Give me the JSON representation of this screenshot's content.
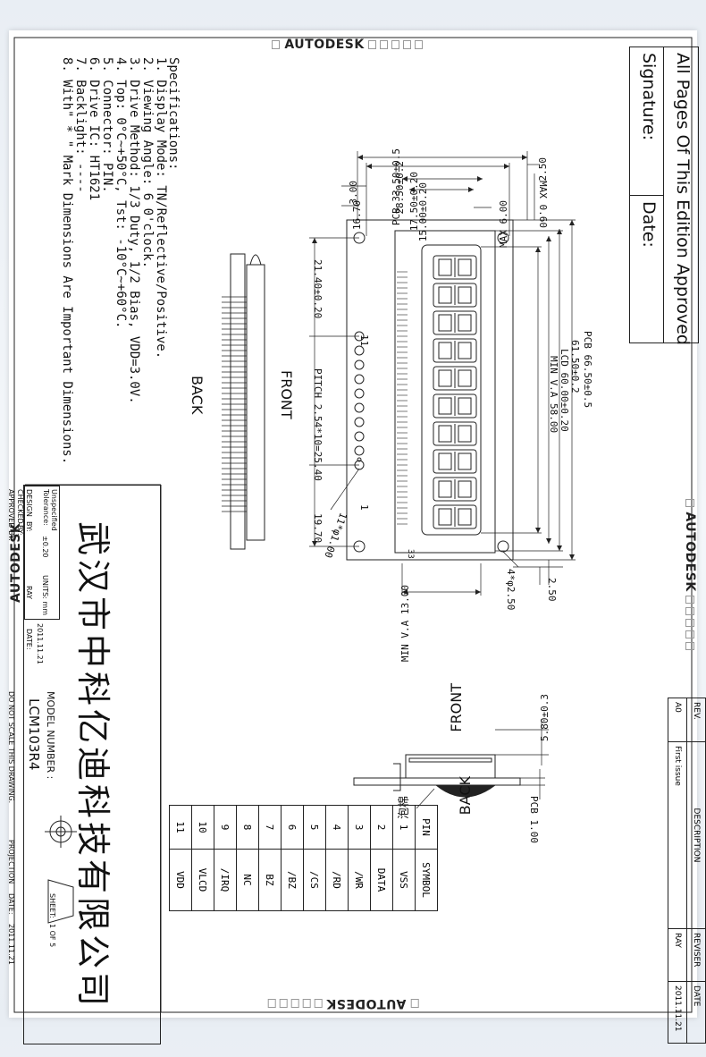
{
  "watermark": "AUTODESK",
  "approval": {
    "title": "All Pages Of This Edition Approved",
    "signature": "Signature:",
    "date": "Date:"
  },
  "specs": {
    "heading": "Specifications:",
    "items": [
      "1. Display Mode: TN/Reflective/Positive.",
      "2. Viewing Angle: 6 0'clock.",
      "3. Drive Method: 1/3 Duty, 1/2 Bias, VDD=3.0V.",
      "4. Top: 0°C~+50°C, Tst: -10°C~+60°C.",
      "5. Connector:  PIN.",
      "6. Drive IC: HT1621",
      "7. Backlight: ----",
      "8. With\" * \" Mark Dimensions Are Important Dimensions."
    ]
  },
  "views": {
    "front": "FRONT",
    "back": "BACK",
    "side_front": "FRONT",
    "side_back": "BACK",
    "foam": "泡棉"
  },
  "dims": {
    "pcb_w": "PCB 33.50±0.5",
    "d2850": "28.50±0.2",
    "d1750": "17.50±0.20",
    "d1500": "15.00±0.20",
    "max6": "MAX 6.00",
    "max060": "MAX 0.60",
    "d250a": "2.50",
    "d300": "3.00",
    "d1670": "16.70",
    "d2140": "21.40±0.20",
    "pitch": "PITCH 2.54*10=25.40",
    "d1970": "19.70",
    "pins": "11*φ1.00",
    "pcb_l": "PCB 66.50±0.5",
    "d6150": "61.50±0.2",
    "lcd": "LCD 60.00±0.20",
    "minva58": "MIN V.A 58.00",
    "minva13": "MIN V.A 13.00",
    "holes": "4*φ2.50",
    "d250b": "2.50",
    "thick": "5.80±0.3",
    "pcb1": "PCB 1.00",
    "pin1": "1",
    "pin11": "11",
    "glass_mark": "33"
  },
  "revision": {
    "headers": [
      "REV.",
      "DESCRIPTION",
      "REVISER",
      "DATE"
    ],
    "row": [
      "A0",
      "First issue",
      "RAY",
      "2011.11.21"
    ]
  },
  "pin_table": {
    "headers": [
      "PIN",
      "SYMBOL"
    ],
    "rows": [
      [
        "1",
        "VSS"
      ],
      [
        "2",
        "DATA"
      ],
      [
        "3",
        "/WR"
      ],
      [
        "4",
        "/RD"
      ],
      [
        "5",
        "/CS"
      ],
      [
        "6",
        "/BZ"
      ],
      [
        "7",
        "BZ"
      ],
      [
        "8",
        "NC"
      ],
      [
        "9",
        "/IRQ"
      ],
      [
        "10",
        "VLCD"
      ],
      [
        "11",
        "VDD"
      ]
    ]
  },
  "title_block": {
    "company": "武汉市中科亿迪科技有限公司",
    "tolerance_label": "Unspecified Tolerance:",
    "tolerance_value": "±0.20",
    "units": "UNITS: mm",
    "design_label": "DESIGN",
    "by_label": "BY:",
    "designer": "RAY",
    "date_label": "DATE:",
    "design_date": "2011.11.21",
    "checked_label": "CHECKED",
    "checked_by": "BY:",
    "approved_label": "APPROVED BY:",
    "model_label": "MODEL NUMBER :",
    "model": "LCM103R4",
    "no_scale": "DO NOT SCALE THIS DRAWING.",
    "projection": "PROJECTION",
    "sheet_label": "SHEET:",
    "sheet_value": "1 OF 5",
    "date2_label": "DATE:",
    "date2": "2011.11.21"
  }
}
